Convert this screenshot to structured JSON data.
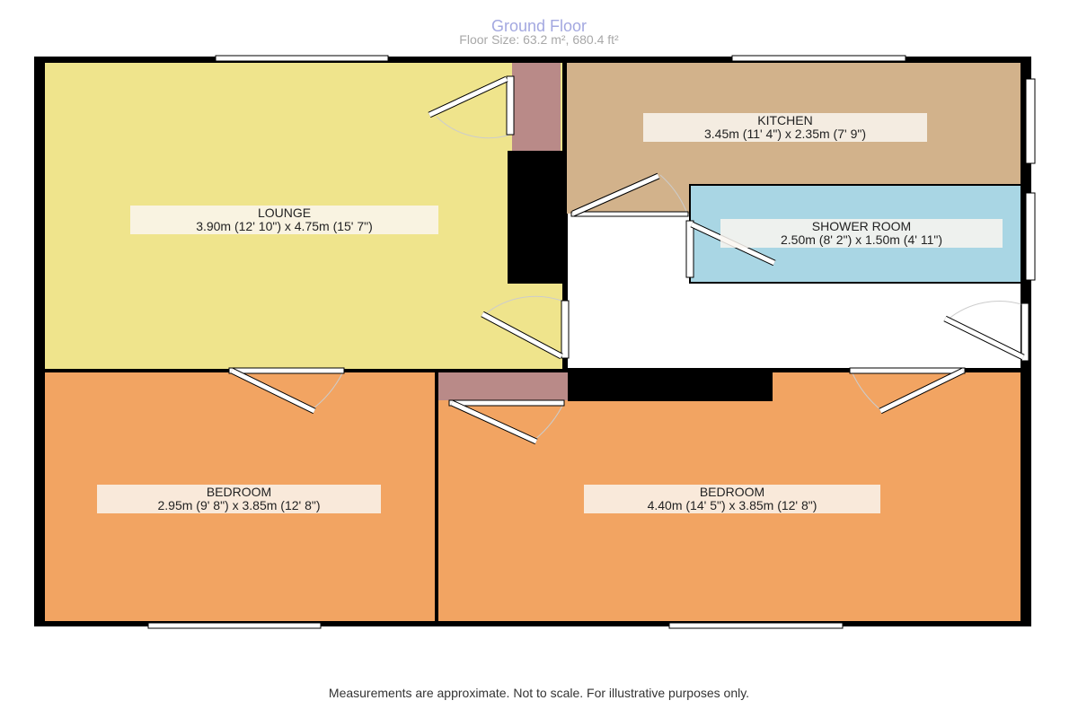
{
  "header": {
    "title": "Ground Floor",
    "floor_size": "Floor Size: 63.2 m², 680.4 ft²"
  },
  "rooms": [
    {
      "name": "LOUNGE",
      "dims": "3.90m (12' 10\") x 4.75m (15' 7\")"
    },
    {
      "name": "KITCHEN",
      "dims": "3.45m (11' 4\") x 2.35m (7' 9\")"
    },
    {
      "name": "SHOWER ROOM",
      "dims": "2.50m (8' 2\") x 1.50m (4' 11\")"
    },
    {
      "name": "BEDROOM",
      "dims": "2.95m (9' 8\") x 3.85m (12' 8\")"
    },
    {
      "name": "BEDROOM",
      "dims": "4.40m (14' 5\") x 3.85m (12' 8\")"
    }
  ],
  "colors": {
    "lounge": "#efe48c",
    "kitchen": "#d2b28b",
    "shower": "#a9d6e4",
    "bedroom": "#f2a462",
    "cupboard": "#b98a88",
    "wall": "#000000"
  },
  "footer": "Measurements are approximate. Not to scale. For illustrative purposes only."
}
